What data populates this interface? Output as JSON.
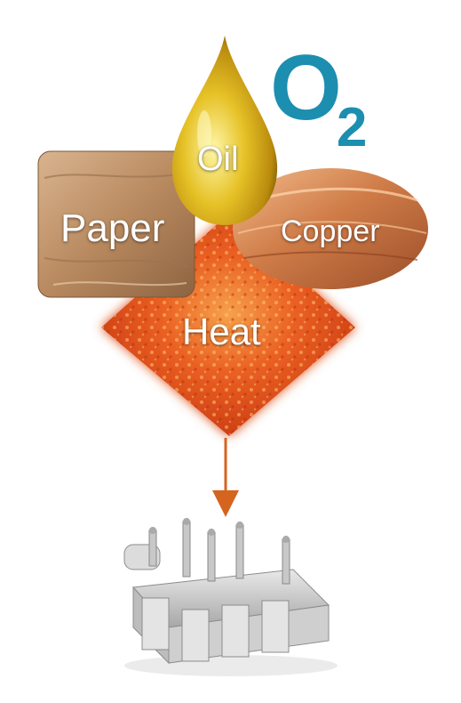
{
  "labels": {
    "oil": "Oil",
    "paper": "Paper",
    "copper": "Copper",
    "heat": "Heat",
    "oxygen_symbol": "O",
    "oxygen_subscript": "2"
  },
  "colors": {
    "oxygen": "#1c8eb0",
    "arrow": "#d5641f",
    "oil": "#d8b21c",
    "paper": "#b88b63",
    "copper": "#c9794a",
    "heat": "#e9581c"
  },
  "icons": {
    "device": "transformer-icon"
  }
}
